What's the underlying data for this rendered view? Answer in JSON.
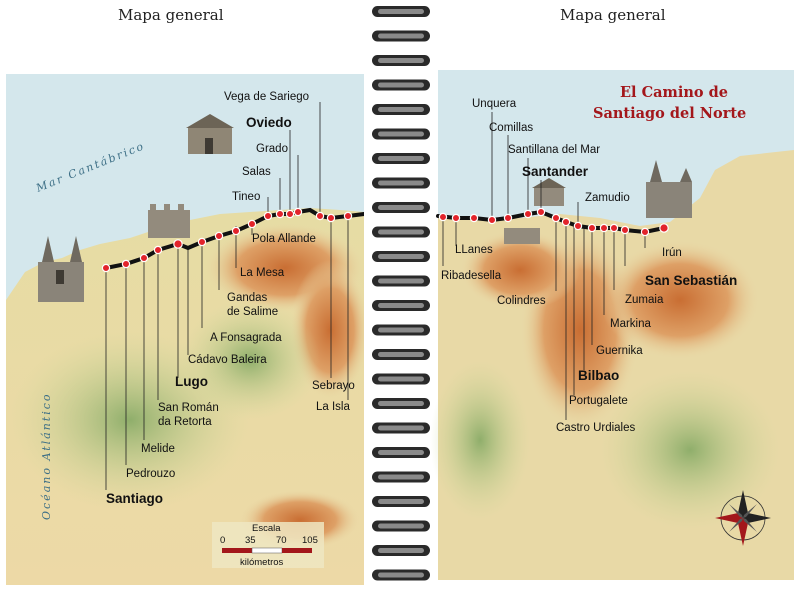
{
  "header": {
    "left_title": "Mapa general",
    "right_title": "Mapa general"
  },
  "left_map": {
    "sea_labels": [
      "Mar Cantábrico",
      "Océano Atlántico"
    ],
    "towns": [
      "Vega de Sariego",
      "Oviedo",
      "Grado",
      "Salas",
      "Tineo",
      "Pola Allande",
      "La Mesa",
      "Gandas",
      "de Salime",
      "A Fonsagrada",
      "Cádavo Baleira",
      "Lugo",
      "San Román",
      "da Retorta",
      "Melide",
      "Pedrouzo",
      "Santiago",
      "Sebrayo",
      "La Isla"
    ],
    "scale": {
      "title": "Escala",
      "ticks": [
        "0",
        "35",
        "70",
        "105"
      ],
      "unit": "kilómetros"
    }
  },
  "right_map": {
    "title_line1": "El Camino de",
    "title_line2": "Santiago del Norte",
    "towns": [
      "Unquera",
      "Comillas",
      "Santillana del Mar",
      "Santander",
      "Zamudio",
      "LLanes",
      "Ribadesella",
      "Colindres",
      "Irún",
      "San Sebastián",
      "Zumaia",
      "Markina",
      "Guernika",
      "Bilbao",
      "Portugalete",
      "Castro Urdiales"
    ]
  },
  "colors": {
    "route": "#111111",
    "stop": "#e2242b",
    "title": "#a3171b",
    "sea": "#d4e7ec",
    "land": "#e9d9a8"
  }
}
